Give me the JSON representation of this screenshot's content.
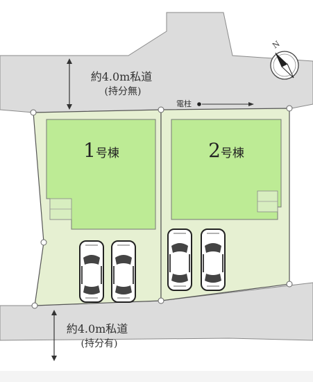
{
  "map": {
    "roads": {
      "top": {
        "line1": "約4.0m私道",
        "line2": "(持分無)"
      },
      "bottom": {
        "line1": "約4.0m私道",
        "line2": "(持分有)"
      }
    },
    "buildings": [
      {
        "number": "1",
        "suffix": "号棟"
      },
      {
        "number": "2",
        "suffix": "号棟"
      }
    ],
    "utility_pole_label": "電柱",
    "compass": {
      "label": "N"
    },
    "colors": {
      "road": "#dcdcdc",
      "lot": "#e6f0d2",
      "building": "#bdeb95",
      "outline": "#555555"
    }
  }
}
